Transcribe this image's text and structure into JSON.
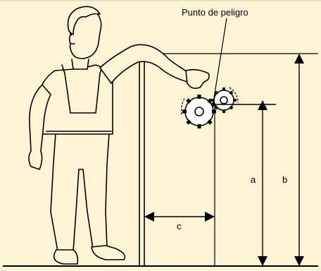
{
  "diagram": {
    "danger_point_label": "Punto de peligro",
    "dimension_a": "a",
    "dimension_b": "b",
    "dimension_c": "c"
  },
  "colors": {
    "background": "#fdf3d6",
    "line": "#000000",
    "skin": "#ffffff"
  }
}
